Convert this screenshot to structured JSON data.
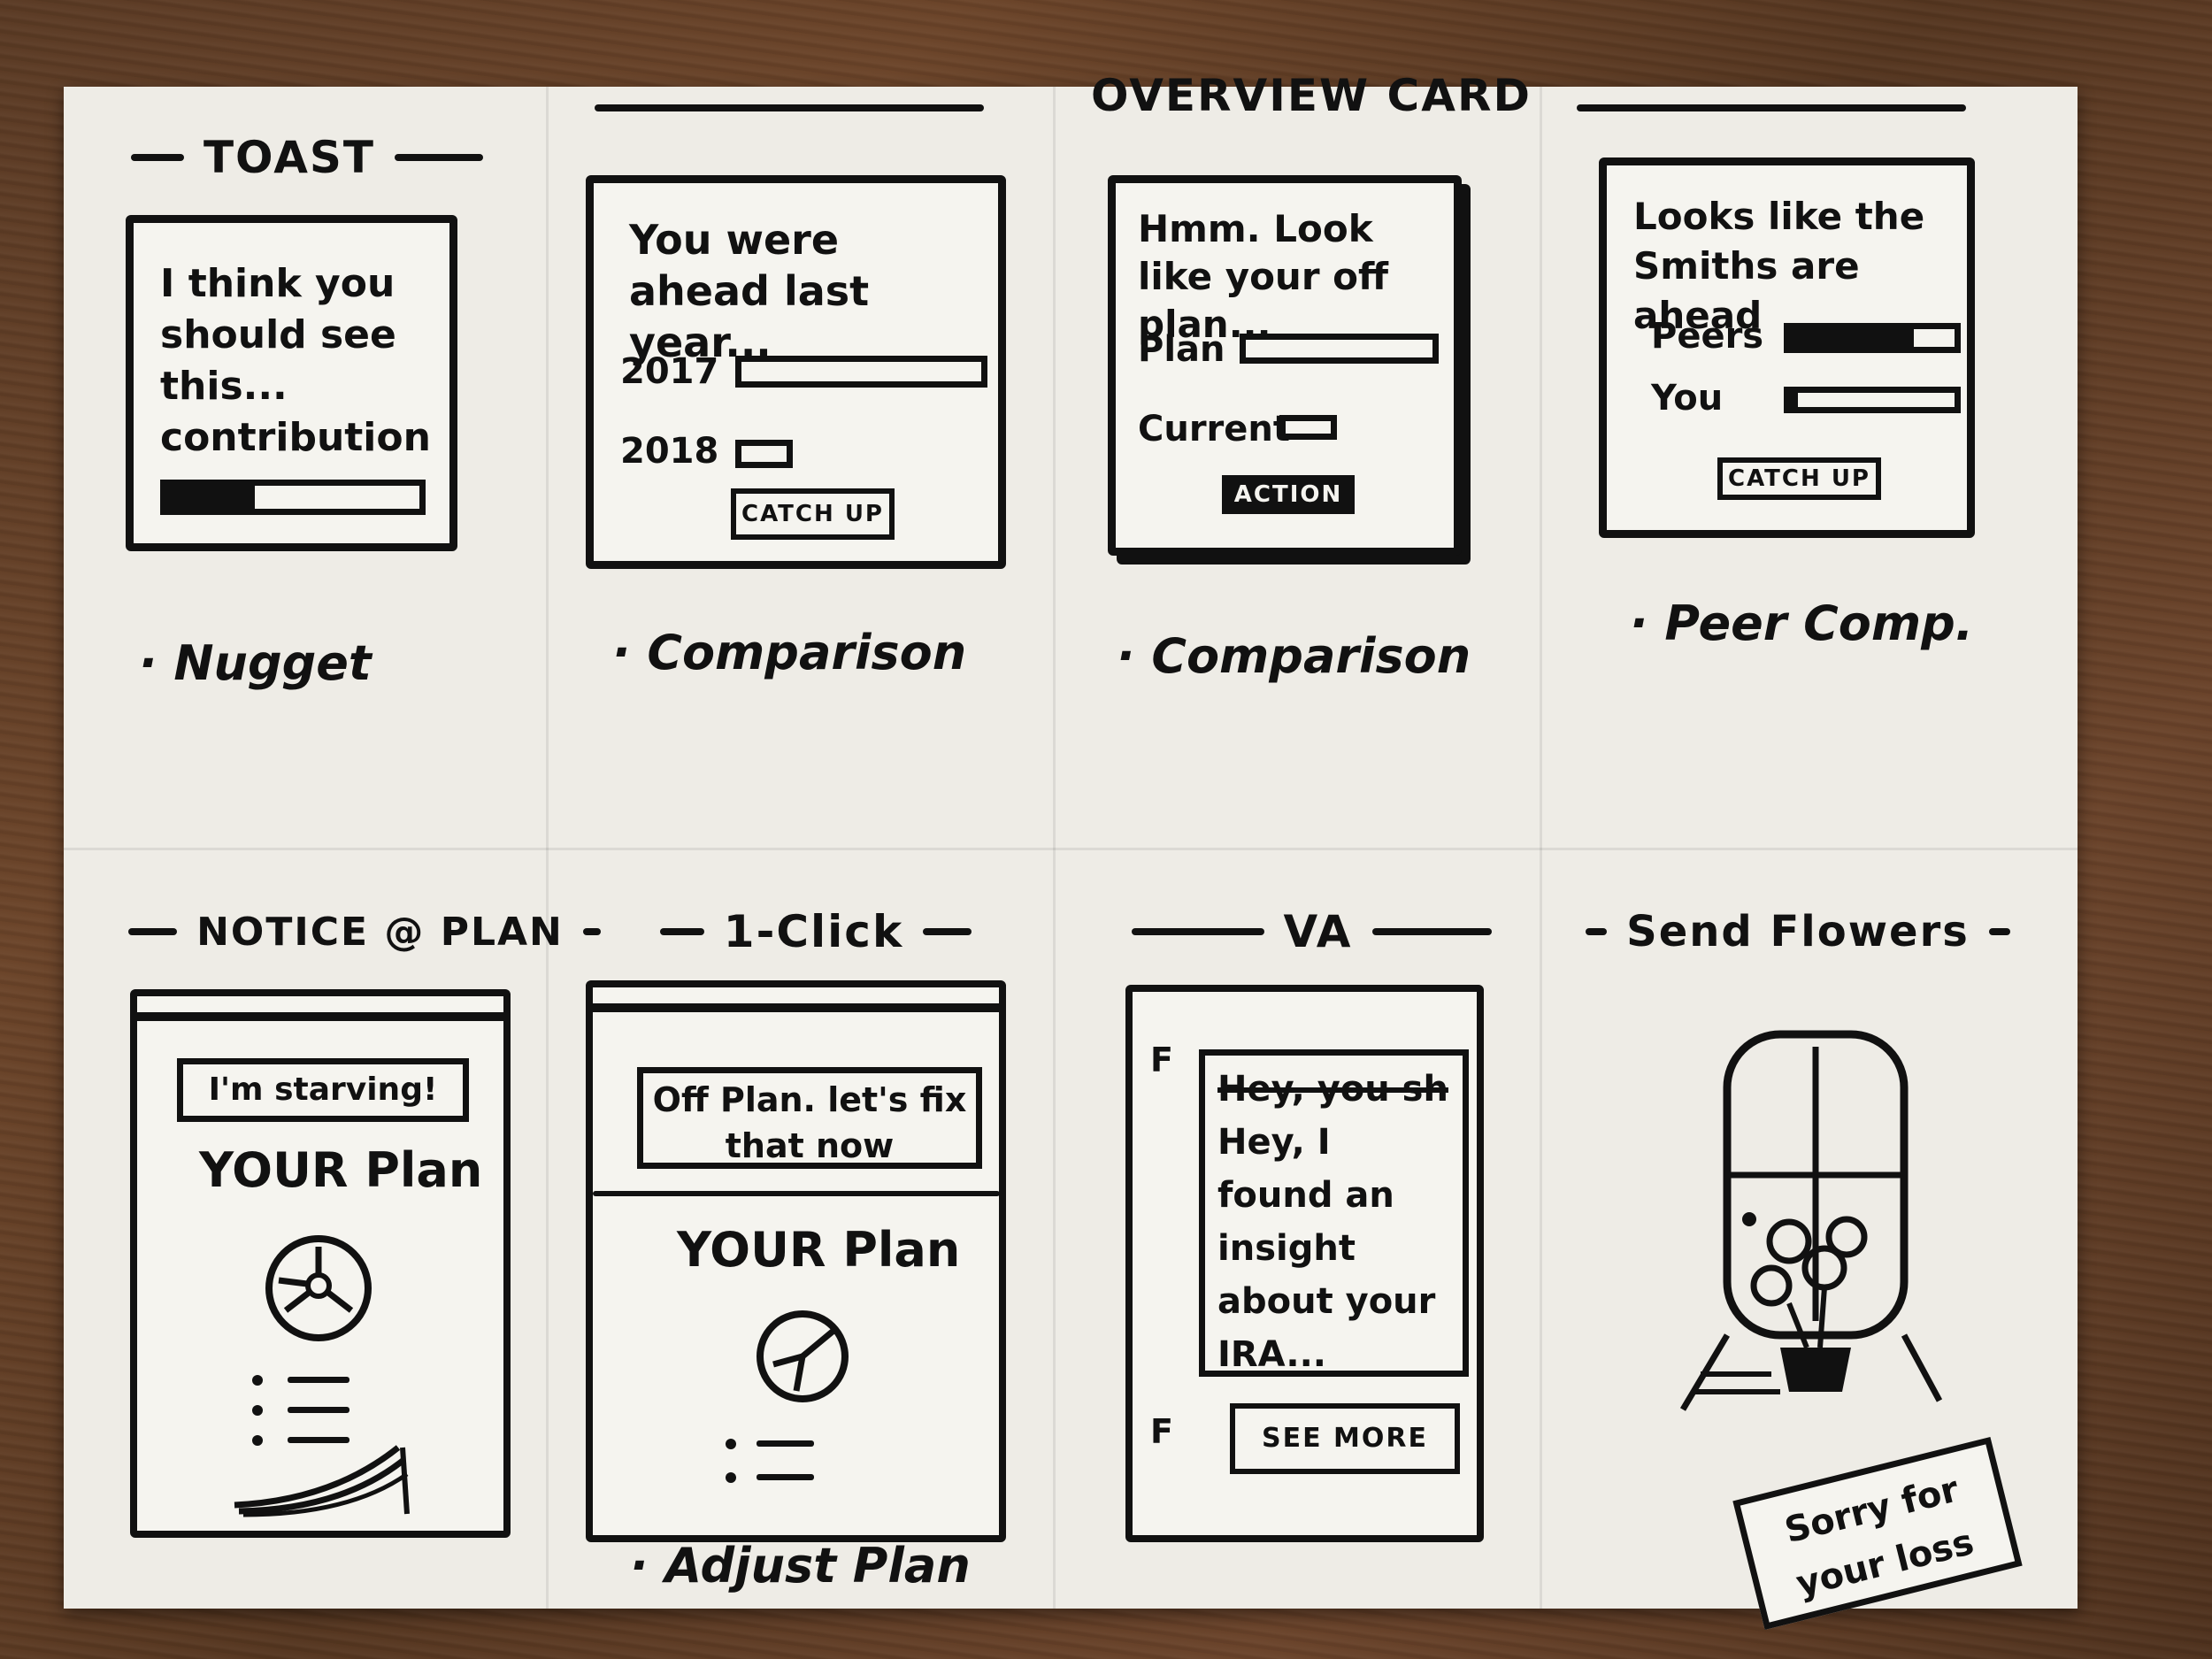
{
  "panels": {
    "toast": {
      "header": "TOAST",
      "text": "I think you should see this... contribution gap",
      "caption": "· Nugget",
      "progress": 0.35
    },
    "comparison_year": {
      "text": "You were ahead last year...",
      "row1_label": "2017",
      "row2_label": "2018",
      "button": "CATCH UP",
      "caption": "· Comparison"
    },
    "overview_header": "OVERVIEW CARD",
    "comparison_plan": {
      "text": "Hmm. Look like your off plan...",
      "row1_label": "Plan",
      "row2_label": "Current",
      "button": "ACTION",
      "caption": "· Comparison"
    },
    "peer": {
      "text": "Looks like the Smiths are ahead",
      "row1_label": "Peers",
      "row2_label": "You",
      "button": "CATCH UP",
      "caption": "· Peer Comp.",
      "peers_fill": 0.75,
      "you_fill": 0.05
    },
    "notice": {
      "header": "NOTICE @ PLAN",
      "callout": "I'm starving!",
      "title": "YOUR Plan"
    },
    "oneclick": {
      "header": "1-Click",
      "callout": "Off Plan. let's fix that now",
      "title": "YOUR Plan",
      "caption": "· Adjust Plan"
    },
    "va": {
      "header": "VA",
      "struck": "Hey, you sh",
      "text": "Hey, I found an insight about your IRA...",
      "marker": "F",
      "button": "SEE MORE"
    },
    "flowers": {
      "header": "Send Flowers",
      "card": "Sorry for your loss"
    }
  }
}
